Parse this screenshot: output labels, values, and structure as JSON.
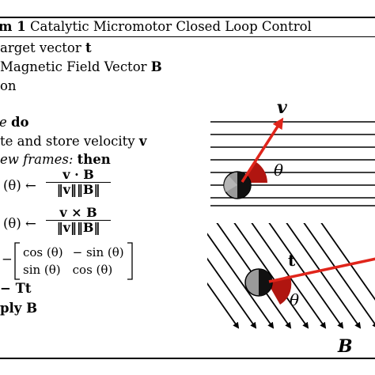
{
  "algorithm": {
    "title_prefix": "m 1",
    "title": "Catalytic Micromotor Closed Loop Control",
    "line_target": "arget vector ",
    "line_target_sym": "t",
    "line_field": "Magnetic Field Vector ",
    "line_field_sym": "B",
    "line_on": "on",
    "line_do_pre": "e ",
    "line_do": "do",
    "line_velocity": "te and store velocity ",
    "line_velocity_sym": "v",
    "line_frames_pre": "ew frames:",
    "line_frames_then": "then",
    "cos_lhs": "(θ) ←",
    "cos_num": "v · B",
    "cos_den": "‖v‖‖B‖",
    "sin_lhs": "(θ) ←",
    "sin_num": "v × B",
    "sin_den": "‖v‖‖B‖",
    "matrix_lhs": "−",
    "matrix": [
      [
        "cos (θ)",
        "− sin (θ)"
      ],
      [
        "sin (θ)",
        "cos (θ)"
      ]
    ],
    "line_tt": "− Tt",
    "line_apply": "ply B"
  },
  "figure": {
    "top_label_v": "v",
    "top_label_theta": "θ",
    "bottom_label_t": "t",
    "bottom_label_theta": "θ",
    "bottom_label_b": "B",
    "colors": {
      "arrow": "#e0251b",
      "theta_wedge": "#b01510",
      "sphere_dark": "#111111",
      "sphere_grey": "#9a9a9a"
    }
  }
}
